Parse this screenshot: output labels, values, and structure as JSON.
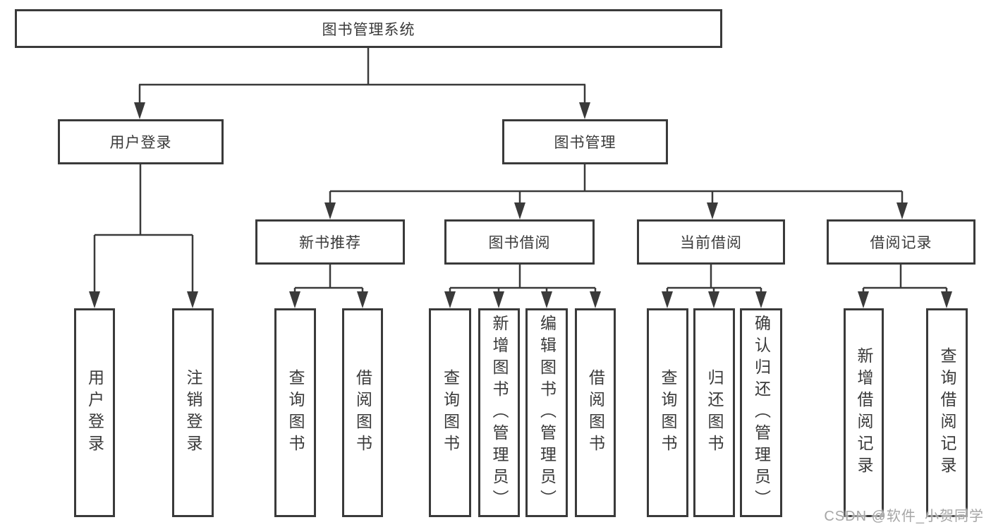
{
  "colors": {
    "line": "#3a3a3a",
    "box_border": "#3a3a3a",
    "text": "#3a3a3a",
    "background": "#ffffff",
    "watermark": "#a6a6a6"
  },
  "tree": {
    "root": {
      "label": "图书管理系统"
    },
    "branches": [
      {
        "label": "用户登录",
        "children": [
          {
            "label": "用户登录"
          },
          {
            "label": "注销登录"
          }
        ]
      },
      {
        "label": "图书管理",
        "children": [
          {
            "label": "新书推荐",
            "children": [
              {
                "label": "查询图书"
              },
              {
                "label": "借阅图书"
              }
            ]
          },
          {
            "label": "图书借阅",
            "children": [
              {
                "label": "查询图书"
              },
              {
                "label": "新增图书（管理员）"
              },
              {
                "label": "编辑图书（管理员）"
              },
              {
                "label": "借阅图书"
              }
            ]
          },
          {
            "label": "当前借阅",
            "children": [
              {
                "label": "查询图书"
              },
              {
                "label": "归还图书"
              },
              {
                "label": "确认归还（管理员）"
              }
            ]
          },
          {
            "label": "借阅记录",
            "children": [
              {
                "label": "新增借阅记录"
              },
              {
                "label": "查询借阅记录"
              }
            ]
          }
        ]
      }
    ]
  },
  "watermark": {
    "text": "CSDN @软件_小贺同学"
  }
}
